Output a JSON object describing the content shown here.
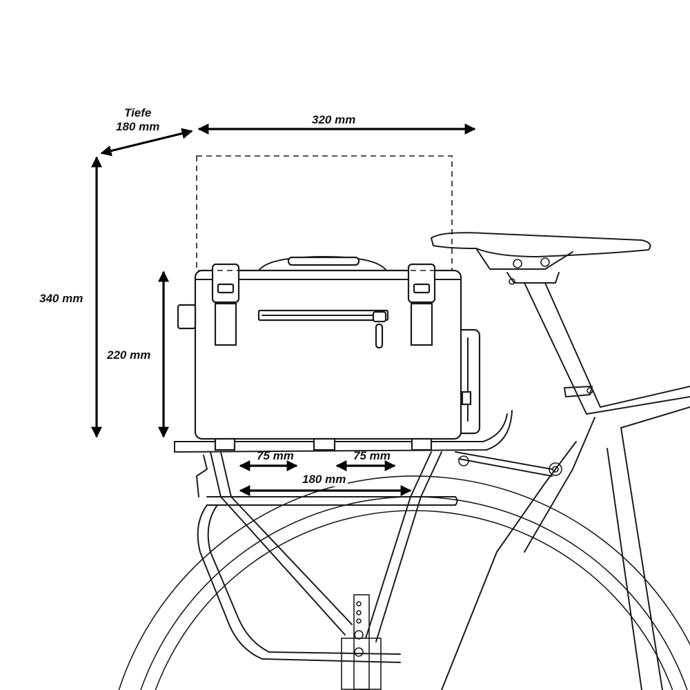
{
  "dimensions": {
    "depth_label": "Tiefe",
    "depth_value": "180 mm",
    "width": "320 mm",
    "total_height": "340 mm",
    "bag_height": "220 mm",
    "mount_left": "75 mm",
    "mount_right": "75 mm",
    "mount_total": "180 mm"
  }
}
